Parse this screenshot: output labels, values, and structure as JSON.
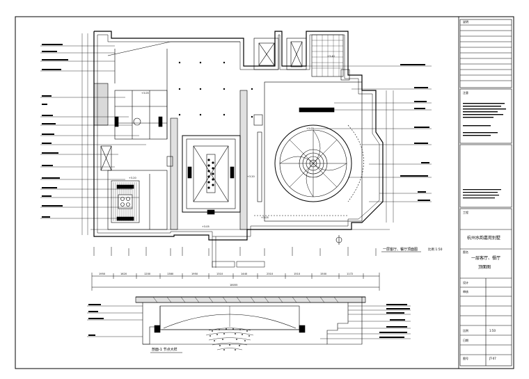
{
  "drawing": {
    "plan_caption": "一层客厅、餐厅顶面图",
    "plan_scale": "比例 1:50",
    "section_caption": "剖面-1 节点大样",
    "dim_chain": [
      "1950",
      "1620",
      "1200",
      "1380",
      "1950",
      "1310",
      "1440",
      "2310",
      "1510",
      "1500",
      "1172"
    ],
    "dim_total": "18055",
    "level_marks": [
      "+3.05",
      "+3.20",
      "+3.05",
      "+3.20",
      "+3.05",
      "+3.40",
      "+3.05"
    ]
  },
  "title_block": {
    "section1_head": "说明",
    "section2_head": "注意",
    "project_label": "工程",
    "project_name": "杭州水韵嘉苑别墅",
    "drawing_label": "图名",
    "drawing_name_1": "一层客厅、餐厅",
    "drawing_name_2": "顶面图",
    "design_label": "设计",
    "check_label": "审核",
    "scale_label": "比例",
    "scale_value": "1:50",
    "date_label": "日期",
    "sheet_label": "图号",
    "sheet_value": "JT-07"
  }
}
